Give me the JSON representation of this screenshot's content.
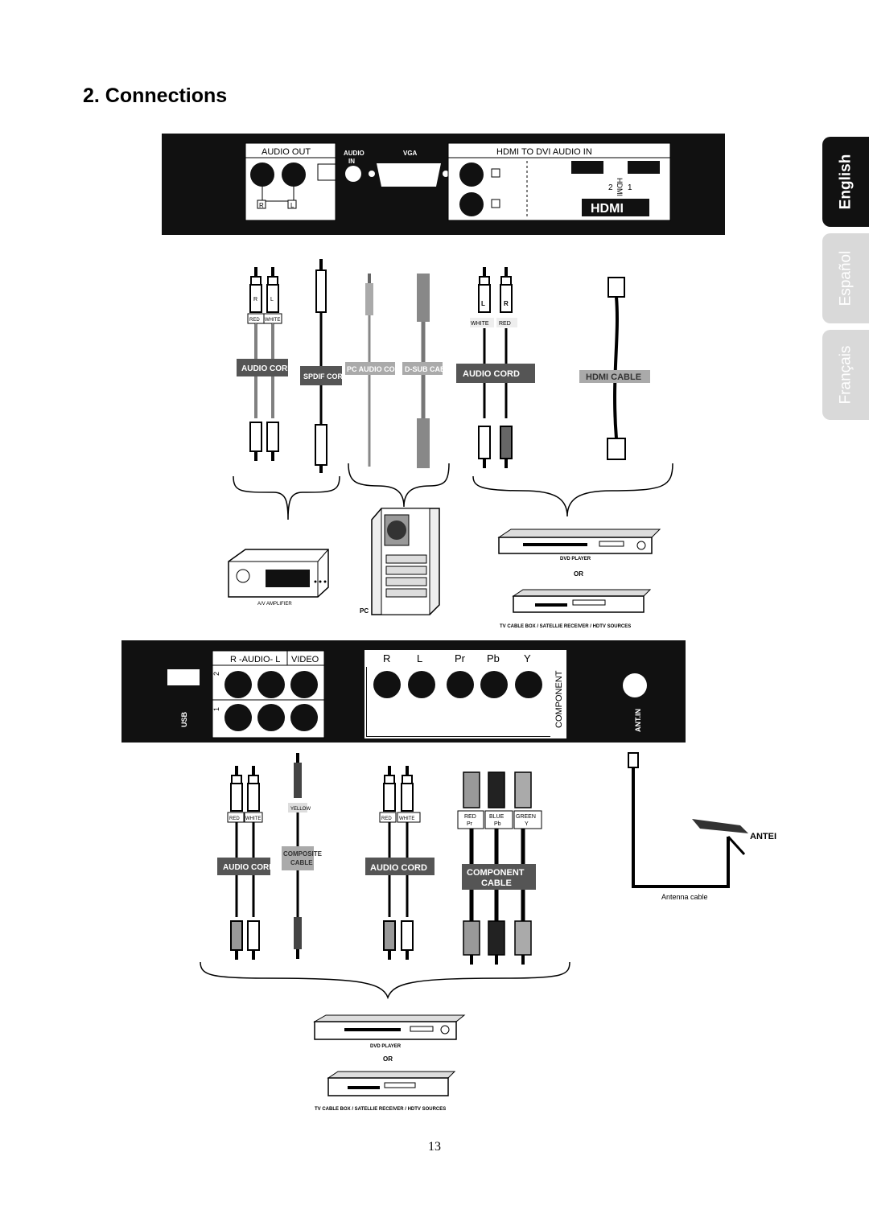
{
  "heading": "2. Connections",
  "language_tabs": [
    "English",
    "Español",
    "Français"
  ],
  "top_panel": {
    "audio_out": "AUDIO  OUT",
    "r": "R",
    "l": "L",
    "spdif": "S/PDIF",
    "audio_in": "AUDIO\nIN",
    "vga": "VGA",
    "hdmi_dvi": "HDMI  TO  DVI  AUDIO  IN",
    "hdmi_vertical": "HDMI",
    "hdmi_port_1": "1",
    "hdmi_port_2": "2",
    "hdmi_logo": "HDMI"
  },
  "top_cables": {
    "red": "RED",
    "white": "WHITE",
    "audio_cord_1": "AUDIO CORD",
    "spdif_cord": "SPDIF CORD",
    "pc_audio_cord": "PC AUDIO CORD",
    "dsub_cable": "D-SUB CABLE",
    "audio_cord_2": "AUDIO CORD",
    "hdmi_cable": "HDMI CABLE",
    "r_plug": "R",
    "l_plug": "L"
  },
  "top_devices": {
    "av_amplifier": "A/V AMPLIFIER",
    "pc": "PC",
    "dvd_player": "DVD PLAYER",
    "or": "OR",
    "tv_cable_box": "TV CABLE BOX / SATELLIE RECEIVER / HDTV SOURCES"
  },
  "bottom_panel": {
    "usb": "USB",
    "r_audio_l": "R -AUDIO- L",
    "video": "VIDEO",
    "row_2": "2",
    "row_1": "1",
    "r": "R",
    "l": "L",
    "pr": "Pr",
    "pb": "Pb",
    "y": "Y",
    "component": "COMPONENT",
    "ant_in": "ANT.IN"
  },
  "bottom_cables": {
    "red": "RED",
    "white": "WHITE",
    "audio_cord": "AUDIO CORD",
    "yellow": "YELLOW",
    "composite_cable": "COMPOSITE\nCABLE",
    "red_pr": "RED\nPr",
    "blue_pb": "BLUE\nPb",
    "green_y": "GREEN\nY",
    "component_cable": "COMPONENT\nCABLE",
    "antenna": "ANTEI",
    "antenna_cable": "Antenna cable"
  },
  "bottom_devices": {
    "dvd_player": "DVD PLAYER",
    "or": "OR",
    "tv_cable_box": "TV CABLE BOX / SATELLIE RECEIVER / HDTV SOURCES"
  },
  "page_number": "13"
}
